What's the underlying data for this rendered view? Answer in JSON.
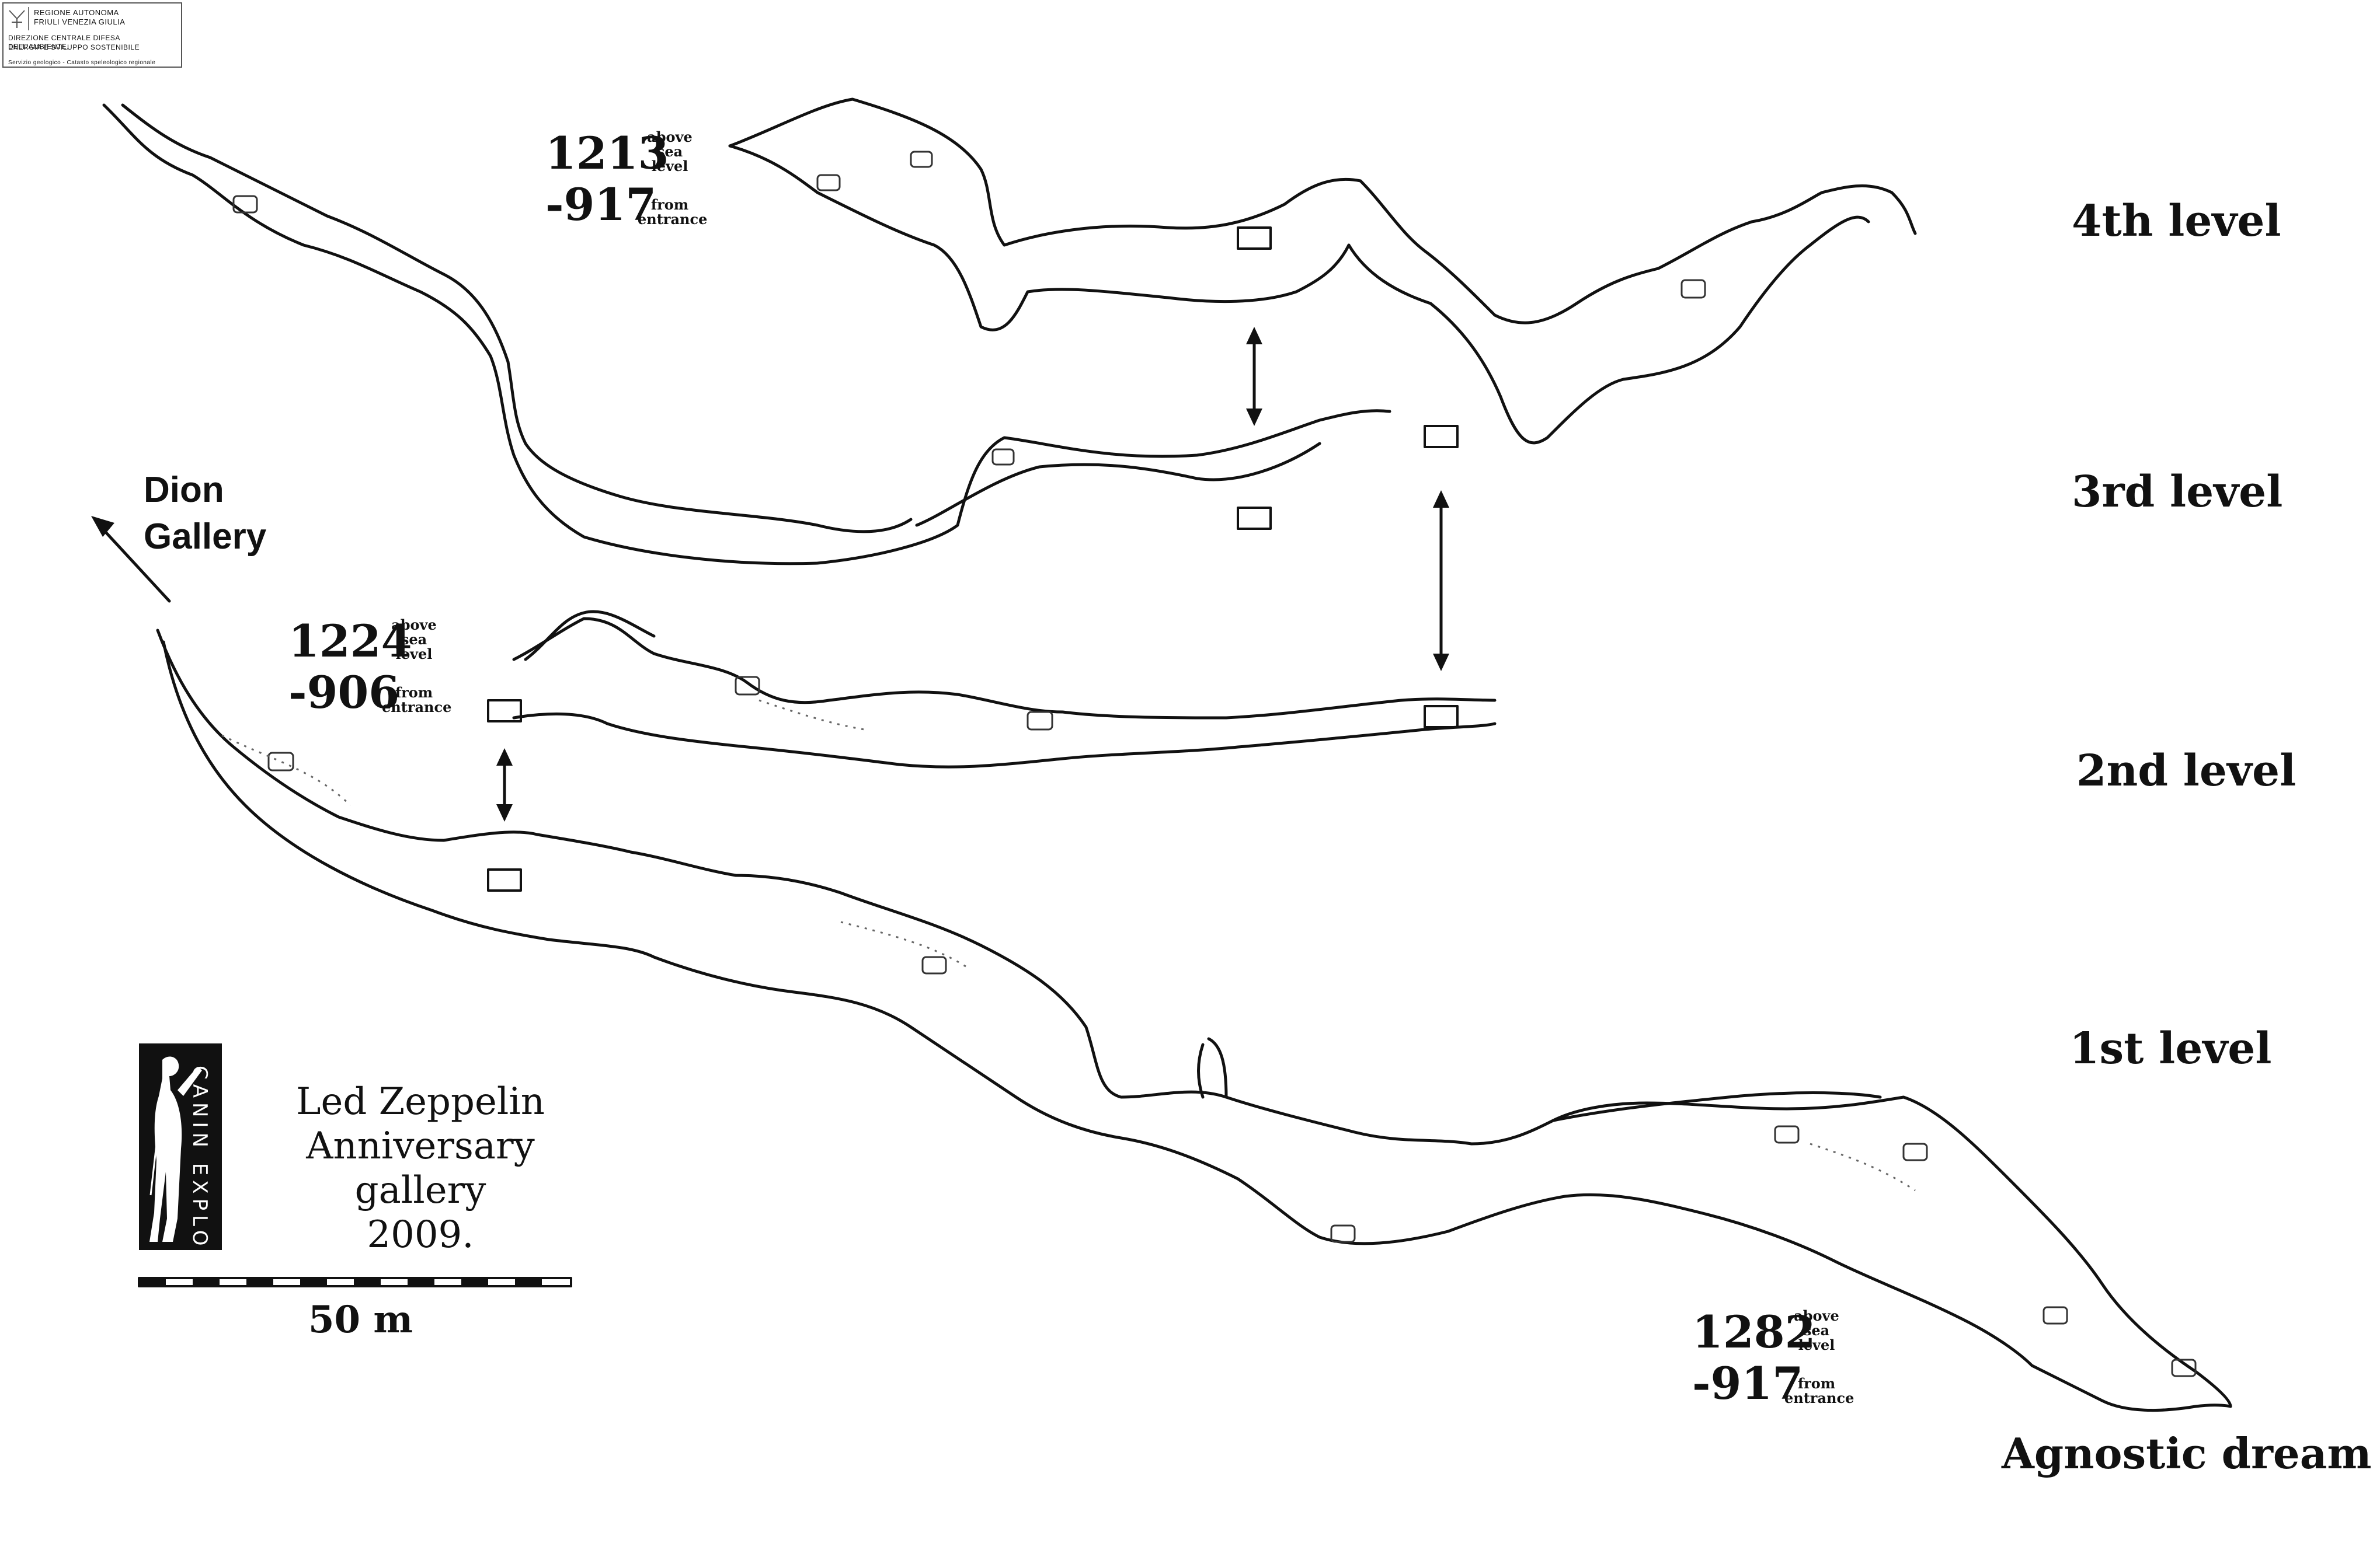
{
  "logo": {
    "line1": "REGIONE AUTONOMA",
    "line2": "FRIULI VENEZIA GIULIA",
    "line3": "DIREZIONE CENTRALE DIFESA DELL'AMBIENTE,",
    "line4": "ENERGIA E SVILUPPO SOSTENIBILE",
    "line5": "Servizio geologico - Catasto speleologico regionale"
  },
  "levels": {
    "level4": "4th level",
    "level3": "3rd level",
    "level2": "2nd level",
    "level1": "1st level"
  },
  "elevations": {
    "top": {
      "altitude": "1213",
      "depth": "-917",
      "alt_note": "above sea level",
      "depth_note": "from entrance"
    },
    "mid": {
      "altitude": "1224",
      "depth": "-906",
      "alt_note": "above sea level",
      "depth_note": "from entrance"
    },
    "bottom": {
      "altitude": "1282",
      "depth": "-917",
      "alt_note": "above sea level",
      "depth_note": "from entrance"
    }
  },
  "labels": {
    "dion_line1": "Dion",
    "dion_line2": "Gallery",
    "agnostic": "Agnostic dream"
  },
  "gallery": {
    "line1": "Led Zeppelin",
    "line2": "Anniversary gallery",
    "line3": "2009."
  },
  "sponsor": {
    "text": "CANIN EXPLO"
  },
  "scale": {
    "label": "50 m"
  }
}
